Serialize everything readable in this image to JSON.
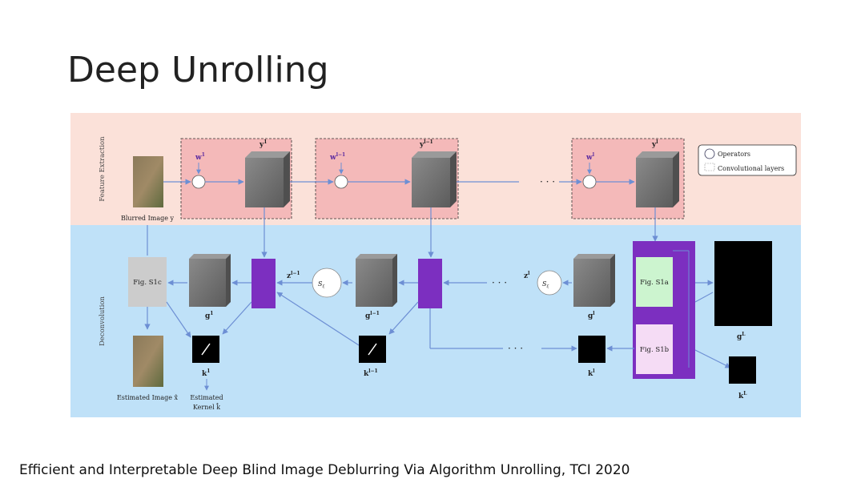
{
  "slide": {
    "title": "Deep Unrolling",
    "citation": "Efficient and Interpretable Deep Blind Image Deblurring Via Algorithm Unrolling, TCI 2020"
  },
  "diagram": {
    "section_labels": {
      "top": "Feature Extraction",
      "bottom": "Deconvolution"
    },
    "legend": {
      "operators": "Operators",
      "conv_layers": "Convolutional layers"
    },
    "input_label": "Blurred Image y",
    "top_vars": {
      "w1": "w",
      "w1_sup": "1",
      "wl1": "w",
      "wl1_sup": "l−1",
      "wl": "w",
      "wl_sup": "l",
      "y1": "y",
      "y1_sup": "1",
      "yl1": "y",
      "yl1_sup": "l−1",
      "yl": "y",
      "yl_sup": "l",
      "ellipsis": "· · ·"
    },
    "fig_boxes": {
      "s1c": "Fig. S1c",
      "s1a": "Fig. S1a",
      "s1b": "Fig. S1b"
    },
    "bottom_vars": {
      "g1": "g",
      "g1_sup": "1",
      "gl1": "g",
      "gl1_sup": "l−1",
      "gl": "g",
      "gl_sup": "l",
      "gL": "g",
      "gL_sup": "L",
      "k1": "k",
      "k1_sup": "1",
      "kl1": "k",
      "kl1_sup": "l−1",
      "kl": "k",
      "kl_sup": "l",
      "kL": "k",
      "kL_sup": "L",
      "z": "z",
      "z_sup": "l−1",
      "zl": "z",
      "zl_sup": "l",
      "s1": "S",
      "s1_sub": "ξ",
      "s2": "S",
      "s2_sub": "ξ",
      "ellipsis": "· · ·"
    },
    "output_label": "Estimated Image x̂",
    "kernel_label_1": "Estimated",
    "kernel_label_2": "Kernel k̂"
  },
  "colors": {
    "top_band": "#fbe1d9",
    "bottom_band": "#bfe1f8",
    "dashed_box": "#f4b9b9",
    "purple": "#7c2fc0",
    "green_box": "#ccf4cf",
    "pink_box": "#f5dcf5",
    "gray_box": "#cccccc",
    "arrow": "#6d8fd4"
  }
}
